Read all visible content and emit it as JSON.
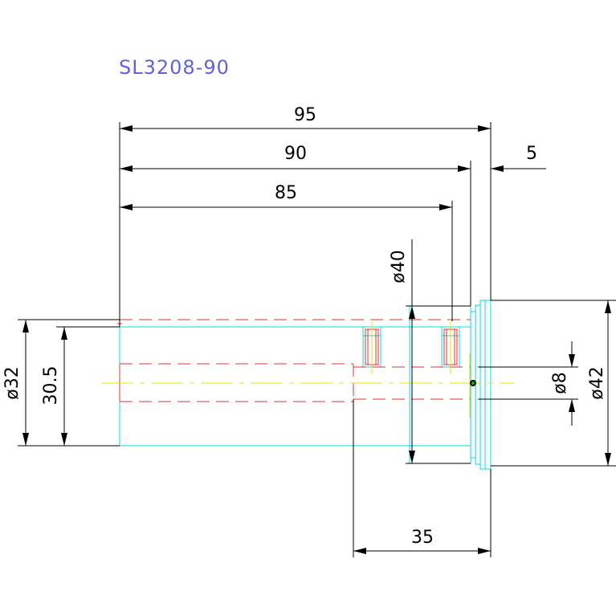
{
  "title": "SL3208-90",
  "dimensions": {
    "overall_length": "95",
    "length_90": "90",
    "length_85": "85",
    "flange_width": "5",
    "diameter_40": "ø40",
    "diameter_32": "ø32",
    "diameter_30_5": "30.5",
    "diameter_8": "ø8",
    "diameter_42": "ø42",
    "length_35": "35"
  },
  "colors": {
    "dimension": "#000000",
    "outline": "#00d8e8",
    "hidden": "#e03030",
    "centerline": "#e8e000",
    "title": "#6060e0"
  }
}
